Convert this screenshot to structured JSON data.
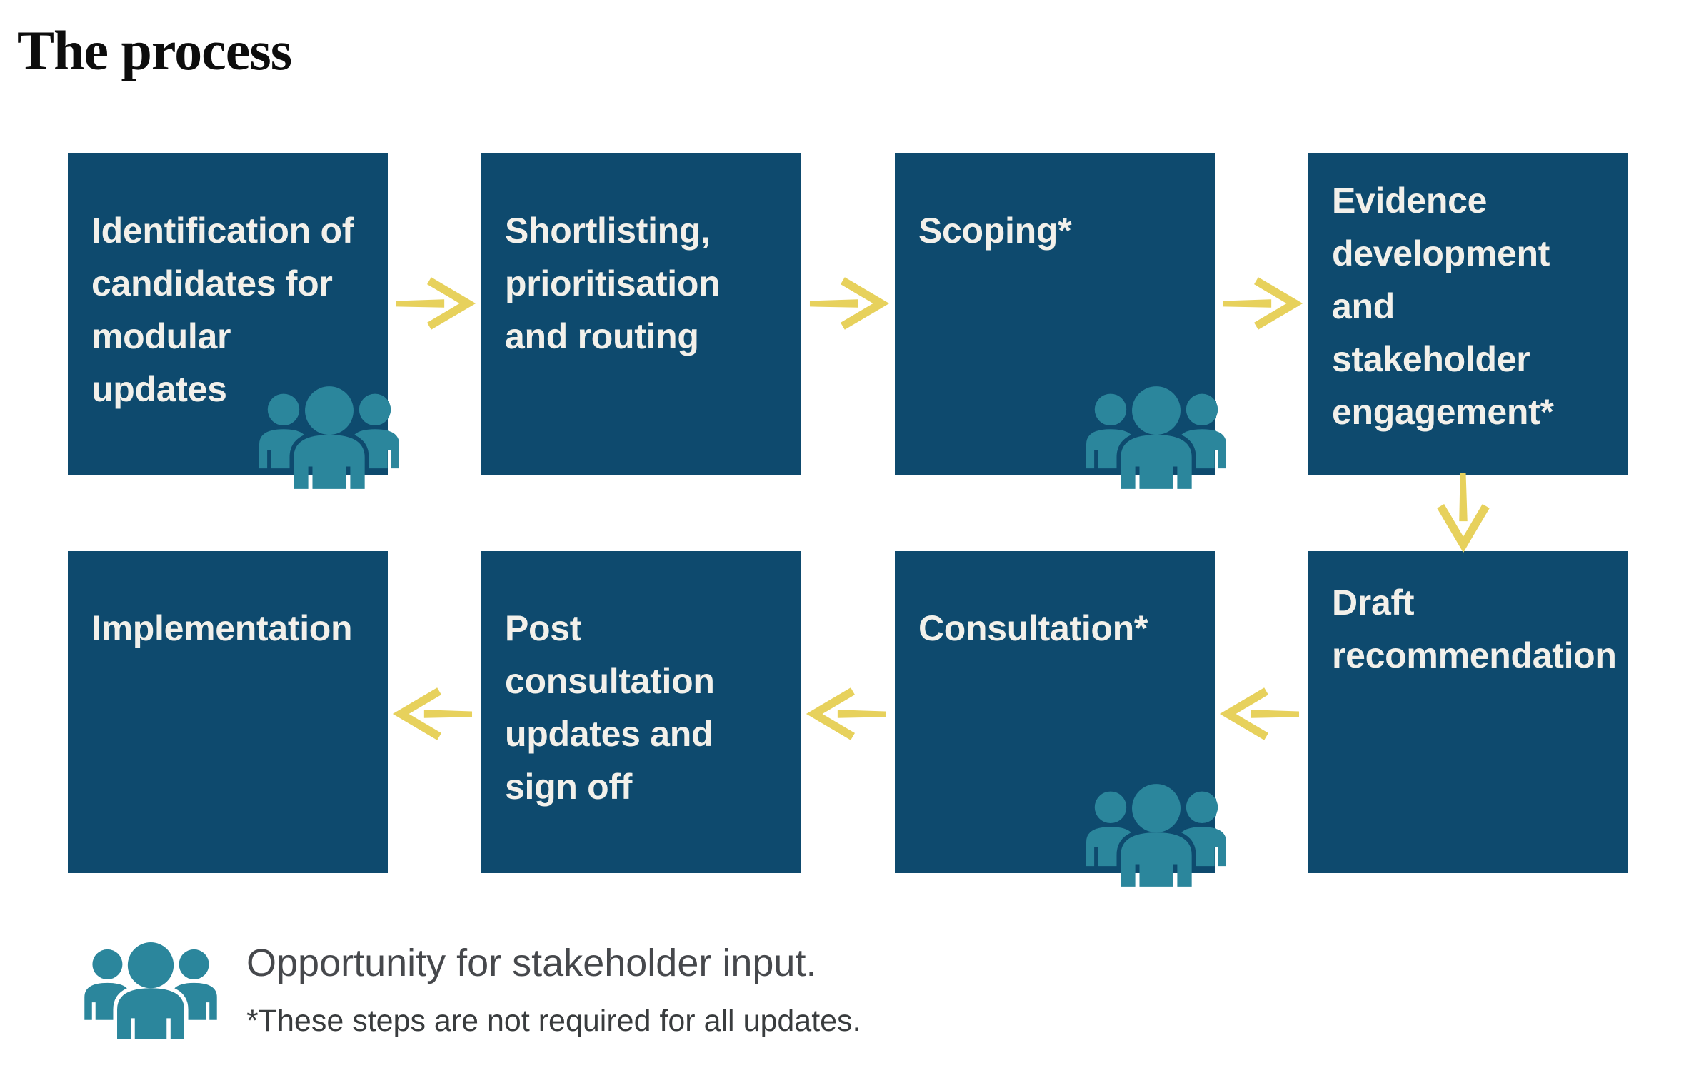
{
  "title": "The process",
  "colors": {
    "box_fill": "#0e4a6e",
    "box_text": "#f2f0ea",
    "people_icon": "#2b869c",
    "arrow": "#e7d15c",
    "title_text": "#0d0d0d",
    "legend_text": "#46484c",
    "legend_note": "#393c3e",
    "background": "#ffffff"
  },
  "boxes": [
    {
      "id": "identification",
      "label": "Identification of candidates for modular updates",
      "lines": [
        "Identification of",
        "candidates for",
        "modular",
        "updates"
      ],
      "has_people_icon": true,
      "row": 1,
      "col": 1
    },
    {
      "id": "shortlisting",
      "label": "Shortlisting, prioritisation and routing",
      "lines": [
        "Shortlisting,",
        "prioritisation",
        "and routing"
      ],
      "has_people_icon": false,
      "row": 1,
      "col": 2
    },
    {
      "id": "scoping",
      "label": "Scoping*",
      "lines": [
        "Scoping*"
      ],
      "has_people_icon": true,
      "row": 1,
      "col": 3
    },
    {
      "id": "evidence",
      "label": "Evidence development and stakeholder engagement*",
      "lines": [
        "Evidence",
        "development",
        "and",
        "stakeholder",
        "engagement*"
      ],
      "has_people_icon": false,
      "row": 1,
      "col": 4
    },
    {
      "id": "implementation",
      "label": "Implementation",
      "lines": [
        "Implementation"
      ],
      "has_people_icon": false,
      "row": 2,
      "col": 1
    },
    {
      "id": "post_consultation",
      "label": "Post consultation updates and sign off",
      "lines": [
        "Post",
        "consultation",
        "updates and",
        "sign off"
      ],
      "has_people_icon": false,
      "row": 2,
      "col": 2
    },
    {
      "id": "consultation",
      "label": "Consultation*",
      "lines": [
        "Consultation*"
      ],
      "has_people_icon": true,
      "row": 2,
      "col": 3
    },
    {
      "id": "draft",
      "label": "Draft recommendation",
      "lines": [
        "Draft",
        "recommendation"
      ],
      "has_people_icon": false,
      "row": 2,
      "col": 4
    }
  ],
  "flow": {
    "arrows": [
      {
        "from": "identification",
        "to": "shortlisting",
        "dir": "right"
      },
      {
        "from": "shortlisting",
        "to": "scoping",
        "dir": "right"
      },
      {
        "from": "scoping",
        "to": "evidence",
        "dir": "right"
      },
      {
        "from": "evidence",
        "to": "draft",
        "dir": "down"
      },
      {
        "from": "draft",
        "to": "consultation",
        "dir": "left"
      },
      {
        "from": "consultation",
        "to": "post_consultation",
        "dir": "left"
      },
      {
        "from": "post_consultation",
        "to": "implementation",
        "dir": "left"
      }
    ]
  },
  "legend": {
    "icon": "people-group-icon",
    "label": "Opportunity for stakeholder input.",
    "note": "*These steps are not required for all updates."
  }
}
